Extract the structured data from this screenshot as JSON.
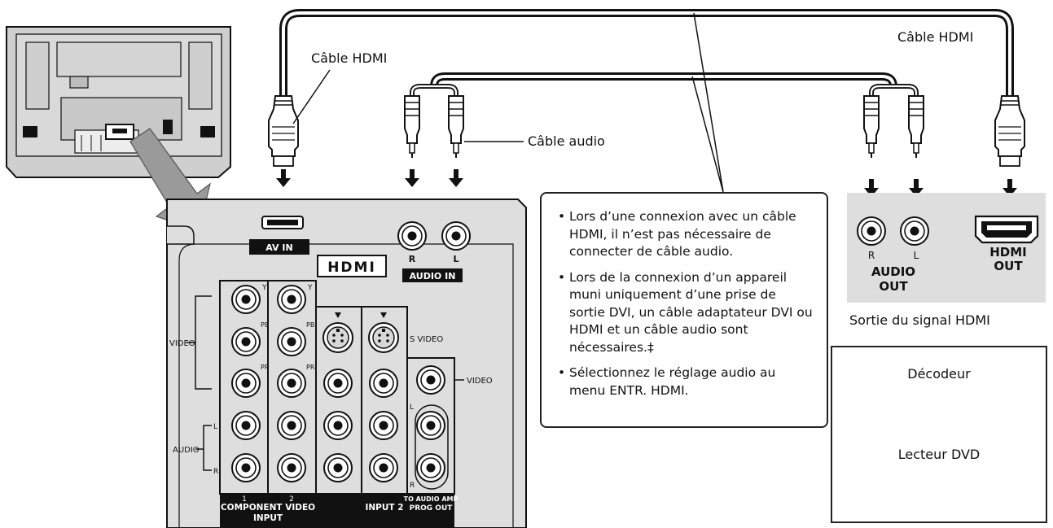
{
  "labels": {
    "hdmi_cable_left": "Câble HDMI",
    "hdmi_cable_right": "Câble HDMI",
    "audio_cable": "Câble audio",
    "hdmi_signal_output": "Sortie du signal HDMI",
    "decoder": "Décodeur",
    "dvd_player": "Lecteur DVD"
  },
  "notes": [
    "Lors d’une connexion avec un câble HDMI, il n’est pas nécessaire de connecter de câble audio.",
    "Lors de la connexion d’un appareil muni uniquement d’une prise de sortie DVI, un câble adaptateur DVI ou HDMI et un câble audio sont nécessaires.‡",
    "Sélectionnez le réglage audio au menu ENTR. HDMI."
  ],
  "tv_panel": {
    "av_in": "AV IN",
    "hdmi_logo": "HDMI",
    "audio_in": "AUDIO IN",
    "r": "R",
    "l": "L",
    "y1": "Y",
    "y2": "Y",
    "pb1": "PB",
    "pb2": "PB",
    "pr1": "PR",
    "pr2": "PR",
    "video_left": "VIDEO",
    "audio_left": "AUDIO",
    "l_small": "L",
    "r_small": "R",
    "s_video": "S VIDEO",
    "video_right": "VIDEO",
    "l_right": "L",
    "r_right": "R",
    "col1": "1",
    "col2": "2",
    "component_video": "COMPONENT VIDEO",
    "input": "INPUT",
    "input2": "INPUT 2",
    "to_audio_amp": "TO AUDIO AMP",
    "prog_out": "PROG OUT"
  },
  "source_panel": {
    "r": "R",
    "l": "L",
    "audio_out_1": "AUDIO",
    "audio_out_2": "OUT",
    "hdmi_out_1": "HDMI",
    "hdmi_out_2": "OUT"
  },
  "colors": {
    "panel_gray": "#dedede",
    "line": "#111111",
    "pointer_gray": "#9a9a9a"
  }
}
